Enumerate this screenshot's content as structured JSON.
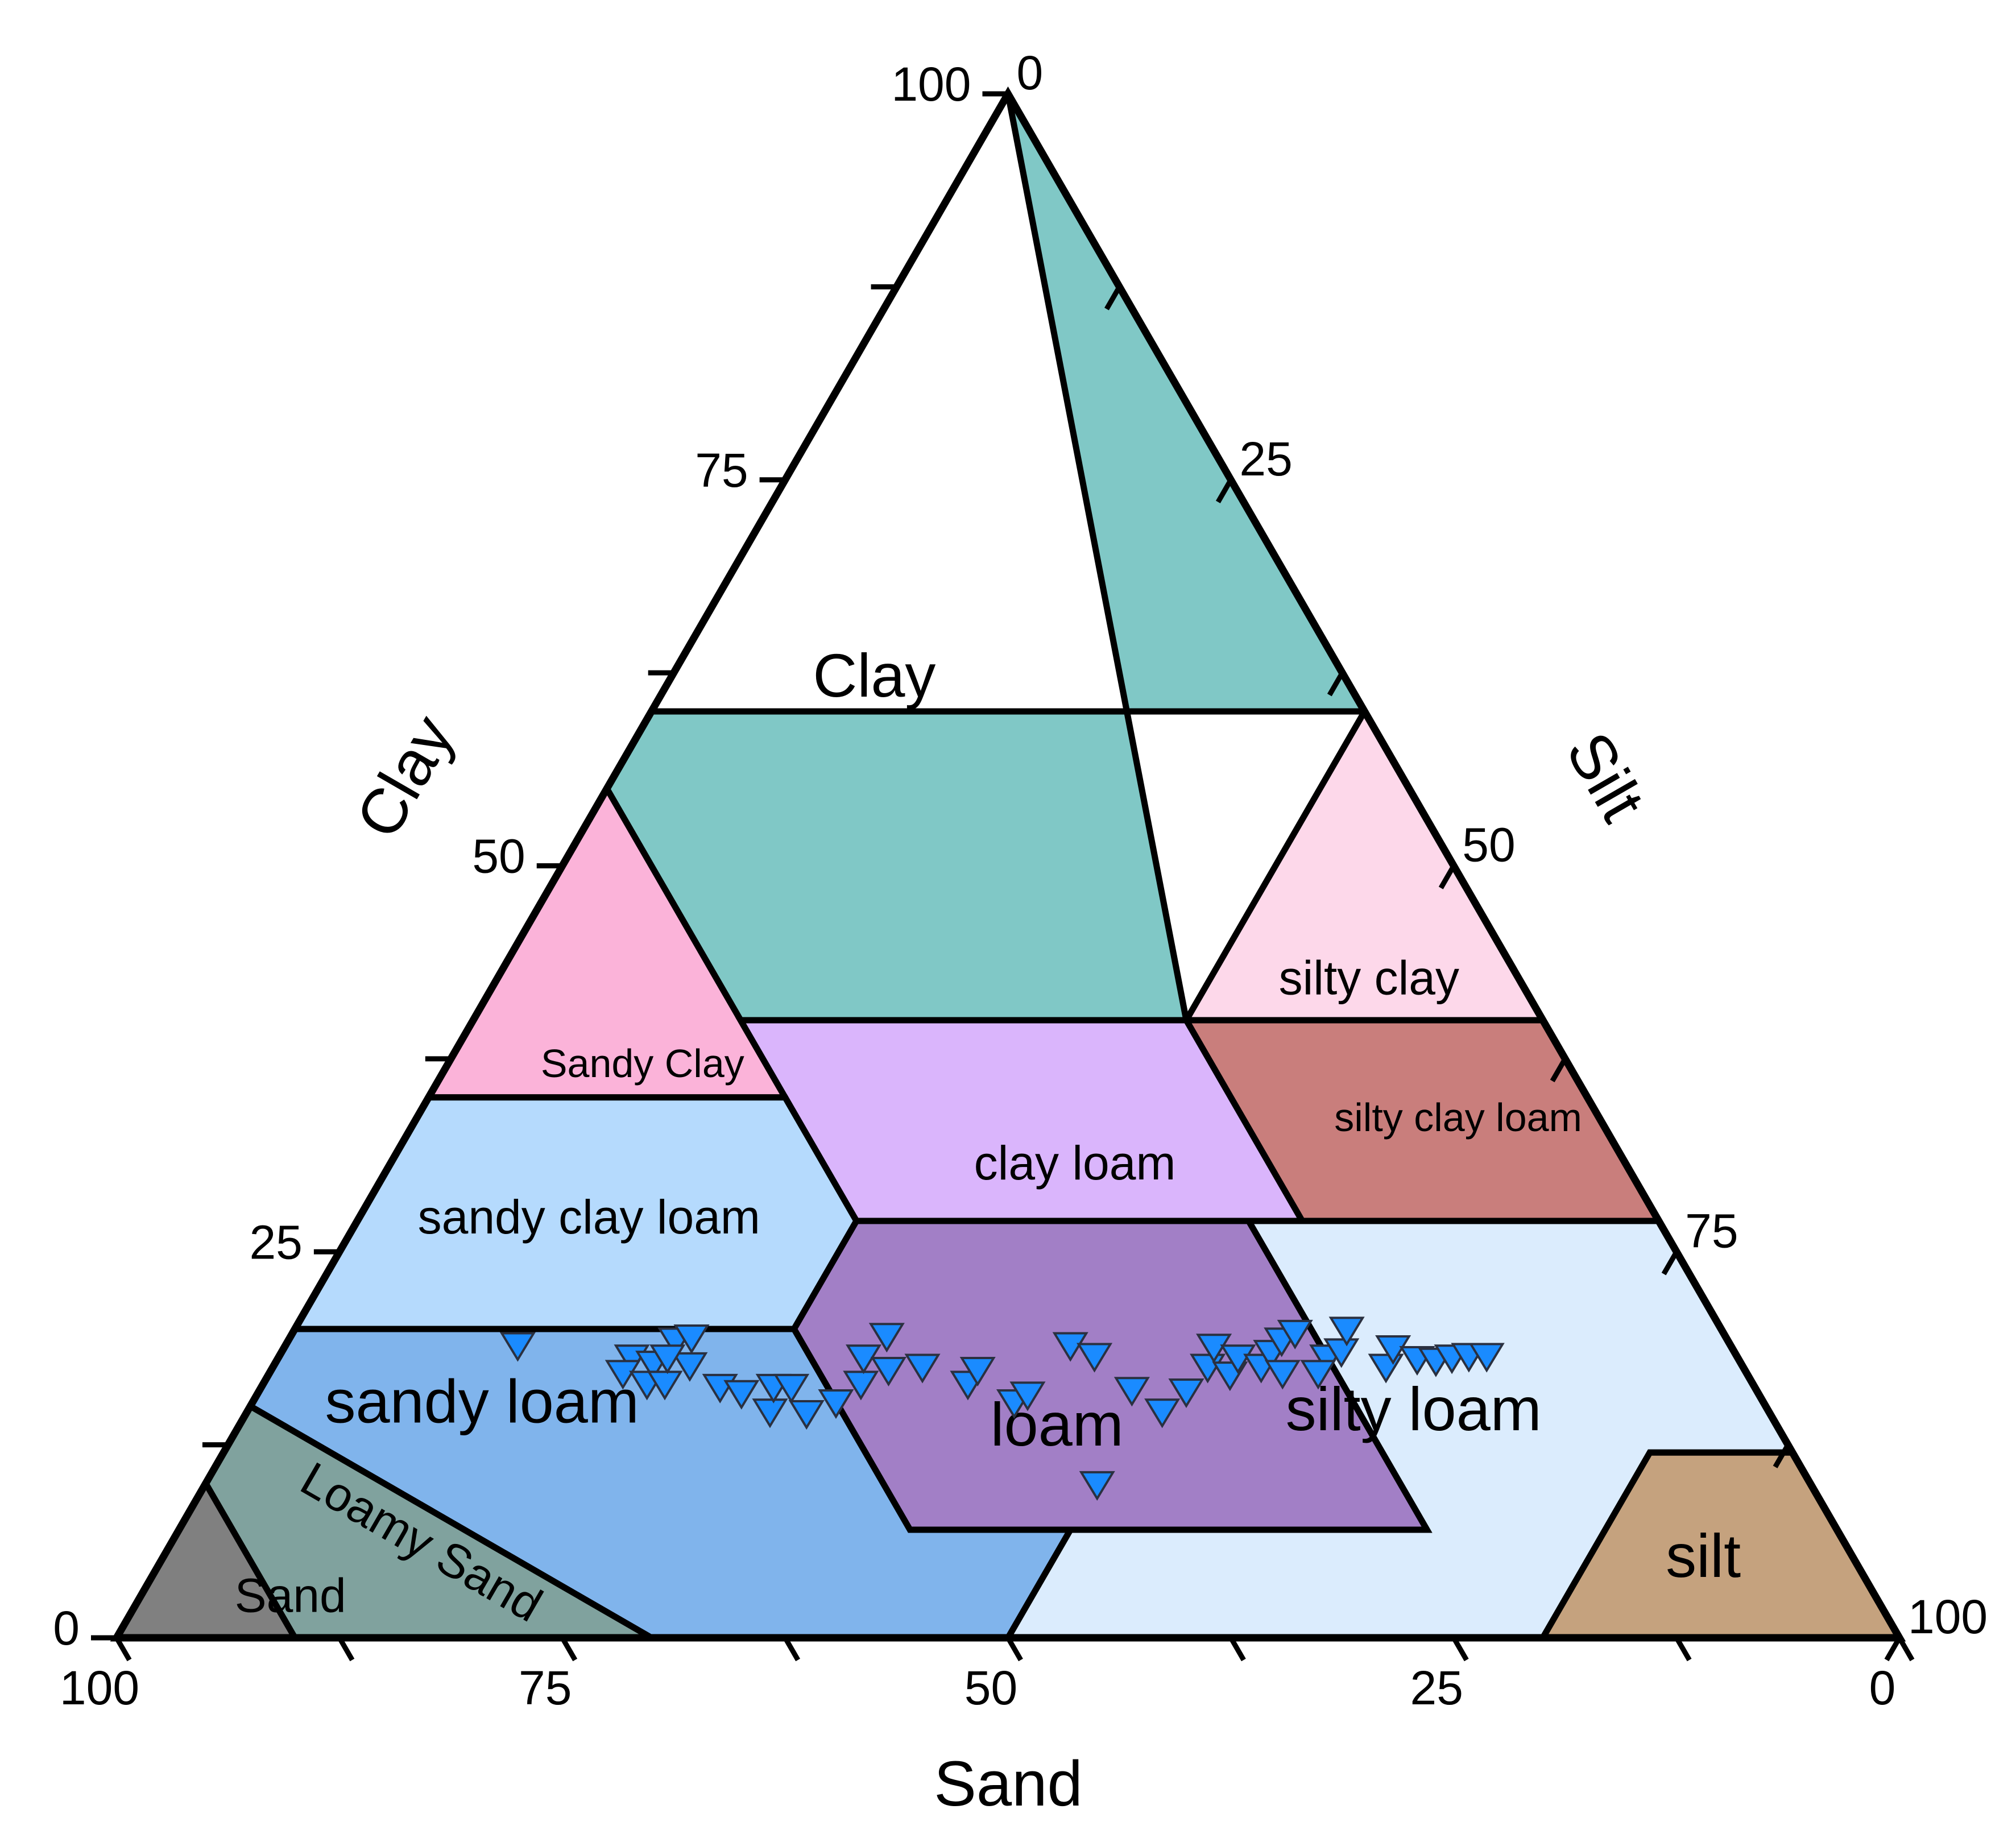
{
  "chart_data": {
    "type": "ternary",
    "axes": {
      "a": {
        "title": "Clay",
        "tick_labels": [
          "0",
          "25",
          "50",
          "75",
          "100"
        ]
      },
      "b": {
        "title": "Silt",
        "tick_labels": [
          "0",
          "25",
          "50",
          "75",
          "100"
        ]
      },
      "c": {
        "title": "Sand",
        "tick_labels": [
          "100",
          "75",
          "50",
          "25",
          "0"
        ]
      }
    },
    "regions": [
      {
        "name": "Clay",
        "color": "#80c8c6",
        "label_size": "large",
        "label_at": {
          "sand": 26.5,
          "clay": 62
        },
        "vertices": [
          [
            0,
            100,
            0
          ],
          [
            0,
            60,
            40
          ],
          [
            40,
            60,
            0
          ],
          [
            45,
            55,
            0
          ],
          [
            45,
            40,
            15
          ],
          [
            20,
            40,
            40
          ]
        ]
      },
      {
        "name": "silty clay",
        "color": "#fdd8ea",
        "label_size": "medium",
        "label_at": {
          "sand": 8.5,
          "clay": 42.5
        },
        "vertices": [
          [
            0,
            60,
            40
          ],
          [
            0,
            40,
            60
          ],
          [
            20,
            40,
            40
          ]
        ]
      },
      {
        "name": "Sandy Clay",
        "color": "#fbb3d9",
        "label_size": "small",
        "label_at": {
          "sand": 52,
          "clay": 37
        },
        "vertices": [
          [
            45,
            55,
            0
          ],
          [
            65,
            35,
            0
          ],
          [
            45,
            35,
            20
          ],
          [
            45,
            40,
            15
          ]
        ]
      },
      {
        "name": "silty clay loam",
        "color": "#c97e7c",
        "label_size": "small",
        "label_at": {
          "sand": 8,
          "clay": 33.5
        },
        "vertices": [
          [
            20,
            40,
            40
          ],
          [
            0,
            40,
            60
          ],
          [
            0,
            27,
            73
          ],
          [
            20,
            27,
            53
          ]
        ]
      },
      {
        "name": "clay loam",
        "color": "#dab5fc",
        "label_size": "medium",
        "label_at": {
          "sand": 31,
          "clay": 30.5
        },
        "vertices": [
          [
            45,
            40,
            15
          ],
          [
            20,
            40,
            40
          ],
          [
            20,
            27,
            53
          ],
          [
            45,
            27,
            28
          ],
          [
            45,
            35,
            20
          ]
        ]
      },
      {
        "name": "sandy clay loam",
        "color": "#b5dafd",
        "label_size": "medium",
        "label_at": {
          "sand": 60,
          "clay": 27
        },
        "vertices": [
          [
            65,
            35,
            0
          ],
          [
            80,
            20,
            0
          ],
          [
            52,
            20,
            28
          ],
          [
            45,
            27,
            28
          ],
          [
            45,
            35,
            20
          ]
        ]
      },
      {
        "name": "loam",
        "color": "#a27fc6",
        "label_size": "large",
        "label_at": {
          "sand": 40.5,
          "clay": 13.5
        },
        "vertices": [
          [
            45,
            27,
            28
          ],
          [
            23,
            27,
            50
          ],
          [
            23,
            7,
            70
          ],
          [
            43,
            7,
            50
          ],
          [
            52,
            7,
            41
          ],
          [
            52,
            20,
            28
          ]
        ]
      },
      {
        "name": "silty loam",
        "color": "#dbecfd",
        "label_size": "large",
        "label_at": {
          "sand": 20,
          "clay": 14.5
        },
        "vertices": [
          [
            23,
            27,
            50
          ],
          [
            0,
            27,
            73
          ],
          [
            0,
            12,
            88
          ],
          [
            8,
            12,
            80
          ],
          [
            20,
            0,
            80
          ],
          [
            50,
            0,
            50
          ],
          [
            43,
            7,
            50
          ],
          [
            23,
            7,
            70
          ]
        ]
      },
      {
        "name": "silt",
        "color": "#c5a27e",
        "label_size": "large",
        "label_at": {
          "sand": 8.5,
          "clay": 5
        },
        "vertices": [
          [
            8,
            12,
            80
          ],
          [
            0,
            12,
            88
          ],
          [
            0,
            0,
            100
          ],
          [
            20,
            0,
            80
          ]
        ]
      },
      {
        "name": "sandy loam",
        "color": "#80b4ec",
        "label_size": "large",
        "label_at": {
          "sand": 72,
          "clay": 15
        },
        "vertices": [
          [
            80,
            20,
            0
          ],
          [
            52,
            20,
            28
          ],
          [
            52,
            7,
            41
          ],
          [
            43,
            7,
            50
          ],
          [
            50,
            0,
            50
          ],
          [
            70,
            0,
            30
          ],
          [
            85,
            15,
            0
          ]
        ]
      },
      {
        "name": "Loamy Sand",
        "color": "#80a29e",
        "label_size": "medium",
        "label_at": {
          "sand": 80,
          "clay": 6
        },
        "vertices": [
          [
            85,
            15,
            0
          ],
          [
            70,
            0,
            30
          ],
          [
            90,
            0,
            10
          ],
          [
            90,
            10,
            0
          ]
        ]
      },
      {
        "name": "Sand",
        "color": "#808080",
        "label_size": "medium",
        "label_at": {
          "sand": 89,
          "clay": 2.5
        },
        "vertices": [
          [
            90,
            10,
            0
          ],
          [
            90,
            0,
            10
          ],
          [
            100,
            0,
            0
          ]
        ]
      }
    ],
    "boundary_line_only": {
      "between": [
        "Loamy Sand",
        "Sand"
      ]
    },
    "series": [
      {
        "marker": "triangle-down",
        "color": "#1a8bff",
        "points": [
          {
            "sand": 68,
            "clay": 19
          },
          {
            "sand": 62,
            "clay": 18.2
          },
          {
            "sand": 61,
            "clay": 17.8
          },
          {
            "sand": 63,
            "clay": 17.2
          },
          {
            "sand": 62,
            "clay": 16.5
          },
          {
            "sand": 61,
            "clay": 16.5
          },
          {
            "sand": 59,
            "clay": 17.7
          },
          {
            "sand": 59,
            "clay": 19.3
          },
          {
            "sand": 60,
            "clay": 18.2
          },
          {
            "sand": 58,
            "clay": 19.5
          },
          {
            "sand": 58,
            "clay": 16.3
          },
          {
            "sand": 57,
            "clay": 15.9
          },
          {
            "sand": 56,
            "clay": 14.7
          },
          {
            "sand": 55,
            "clay": 16.3
          },
          {
            "sand": 54,
            "clay": 16.3
          },
          {
            "sand": 54,
            "clay": 14.6
          },
          {
            "sand": 52,
            "clay": 15.3
          },
          {
            "sand": 50,
            "clay": 16.5
          },
          {
            "sand": 49,
            "clay": 18.2
          },
          {
            "sand": 48,
            "clay": 17.4
          },
          {
            "sand": 47,
            "clay": 19.6
          },
          {
            "sand": 46,
            "clay": 17.6
          },
          {
            "sand": 44,
            "clay": 16.5
          },
          {
            "sand": 43,
            "clay": 17.4
          },
          {
            "sand": 42,
            "clay": 15.3
          },
          {
            "sand": 41,
            "clay": 15.8
          },
          {
            "sand": 40,
            "clay": 10.0
          },
          {
            "sand": 37,
            "clay": 19.0
          },
          {
            "sand": 36,
            "clay": 18.3
          },
          {
            "sand": 35,
            "clay": 16.1
          },
          {
            "sand": 34,
            "clay": 14.7
          },
          {
            "sand": 32,
            "clay": 16.0
          },
          {
            "sand": 30,
            "clay": 17.6
          },
          {
            "sand": 29,
            "clay": 18.9
          },
          {
            "sand": 29,
            "clay": 17.1
          },
          {
            "sand": 28,
            "clay": 18.2
          },
          {
            "sand": 27,
            "clay": 17.6
          },
          {
            "sand": 26,
            "clay": 18.5
          },
          {
            "sand": 25,
            "clay": 19.3
          },
          {
            "sand": 24,
            "clay": 19.8
          },
          {
            "sand": 23,
            "clay": 18.2
          },
          {
            "sand": 22,
            "clay": 18.6
          },
          {
            "sand": 21,
            "clay": 20.0
          },
          {
            "sand": 20,
            "clay": 17.6
          },
          {
            "sand": 19,
            "clay": 18.8
          },
          {
            "sand": 18,
            "clay": 18.1
          },
          {
            "sand": 17,
            "clay": 18.0
          },
          {
            "sand": 16,
            "clay": 18.2
          },
          {
            "sand": 15,
            "clay": 18.3
          },
          {
            "sand": 14,
            "clay": 18.3
          },
          {
            "sand": 26,
            "clay": 17.2
          },
          {
            "sand": 24,
            "clay": 17.2
          }
        ]
      }
    ]
  }
}
